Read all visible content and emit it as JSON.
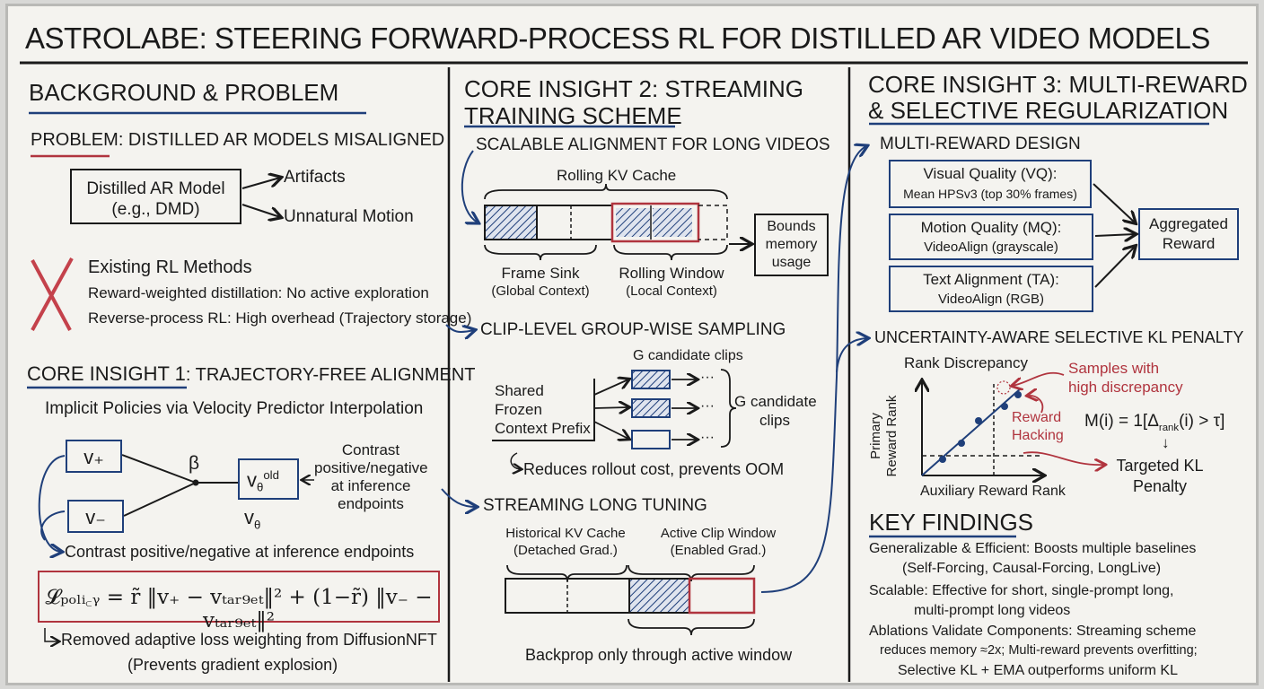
{
  "title": "ASTROLABE: STEERING FORWARD-PROCESS RL FOR DISTILLED AR VIDEO MODELS",
  "colors": {
    "ink": "#1a1a1a",
    "blue": "#1f3f7a",
    "red": "#b0343e",
    "board": "#f4f3ef"
  },
  "background": {
    "heading": "BACKGROUND & PROBLEM",
    "problem_label": "PROBLEM",
    "problem_text": ": DISTILLED AR MODELS MISALIGNED",
    "model_box": [
      "Distilled AR Model",
      "(e.g., DMD)"
    ],
    "outputs": [
      "Artifacts",
      "Unnatural Motion"
    ],
    "cross_icon": "red-x-icon",
    "existing_heading": "Existing RL Methods",
    "existing_items": [
      "Reward-weighted distillation: No active exploration",
      "Reverse-process RL: High overhead (Trajectory storage)"
    ]
  },
  "insight1": {
    "heading_a": "CORE INSIGHT 1",
    "heading_b": ": TRAJECTORY-FREE ALIGNMENT",
    "subtitle": "Implicit Policies via Velocity Predictor Interpolation",
    "v_plus": "v₊",
    "v_minus": "v₋",
    "beta": "β",
    "v_old": "v",
    "v_old_sub": "θ",
    "v_old_sup": "old",
    "v_theta": "v",
    "v_theta_sub": "θ",
    "contrast_side": [
      "Contrast",
      "positive/negative",
      "at inference",
      "endpoints"
    ],
    "contrast_bottom": "Contrast positive/negative at inference endpoints",
    "formula": "𝓛ₚₒₗᵢ꜀ᵧ = r̃ ‖v₊ − vₜₐᵣ₉ₑₜ‖² + (1−r̃) ‖v₋ − vₜₐᵣ₉ₑₜ‖²",
    "note": [
      "Removed adaptive loss weighting from DiffusionNFT",
      "(Prevents gradient explosion)"
    ]
  },
  "insight2": {
    "heading": [
      "CORE INSIGHT 2: STREAMING",
      "TRAINING SCHEME"
    ],
    "scalable": {
      "heading": "SCALABLE ALIGNMENT FOR LONG VIDEOS",
      "cache_label": "Rolling KV Cache",
      "bounds": [
        "Bounds",
        "memory",
        "usage"
      ],
      "frame_sink": [
        "Frame Sink",
        "(Global Context)"
      ],
      "rolling_window": [
        "Rolling Window",
        "(Local Context)"
      ]
    },
    "clip": {
      "heading": "CLIP-LEVEL GROUP-WISE SAMPLING",
      "top_label": "G candidate clips",
      "prefix": [
        "Shared",
        "Frozen",
        "Context Prefix"
      ],
      "dots": "···",
      "side_label": [
        "G candidate",
        "clips"
      ],
      "note": "Reduces rollout cost, prevents OOM"
    },
    "streaming": {
      "heading": "STREAMING LONG TUNING",
      "historical": [
        "Historical KV Cache",
        "(Detached Grad.)"
      ],
      "active": [
        "Active Clip Window",
        "(Enabled Grad.)"
      ],
      "note": "Backprop only through active window"
    }
  },
  "insight3": {
    "heading": [
      "CORE INSIGHT 3: MULTI-REWARD",
      "& SELECTIVE REGULARIZATION"
    ],
    "multi": {
      "heading": "MULTI-REWARD DESIGN",
      "rewards": [
        {
          "title": "Visual Quality (VQ):",
          "desc": "Mean HPSv3 (top 30% frames)"
        },
        {
          "title": "Motion Quality (MQ):",
          "desc": "VideoAlign (grayscale)"
        },
        {
          "title": "Text Alignment (TA):",
          "desc": "VideoAlign (RGB)"
        }
      ],
      "aggregated": [
        "Aggregated",
        "Reward"
      ]
    },
    "kl": {
      "heading": "UNCERTAINTY-AWARE SELECTIVE KL PENALTY",
      "chart_title": "Rank Discrepancy",
      "y_label": [
        "Primary",
        "Reward Rank"
      ],
      "x_label": "Auxiliary Reward Rank",
      "samples": [
        "Samples with",
        "high discrepancy"
      ],
      "hacking": [
        "Reward",
        "Hacking"
      ],
      "mask": "M(i) = 1[Δ",
      "mask_sub": "rank",
      "mask_end": "(i) > τ]",
      "down_arrow": "↓",
      "targeted": [
        "Targeted KL",
        "Penalty"
      ]
    },
    "findings": {
      "heading": "KEY FINDINGS",
      "lines": [
        "Generalizable & Efficient: Boosts multiple baselines",
        "(Self-Forcing, Causal-Forcing, LongLive)",
        "Scalable: Effective for short, single-prompt long,",
        "multi-prompt long videos",
        "Ablations Validate Components: Streaming scheme",
        "reduces memory ≈2x; Multi-reward prevents overfitting;",
        "Selective KL + EMA outperforms uniform KL"
      ]
    }
  }
}
